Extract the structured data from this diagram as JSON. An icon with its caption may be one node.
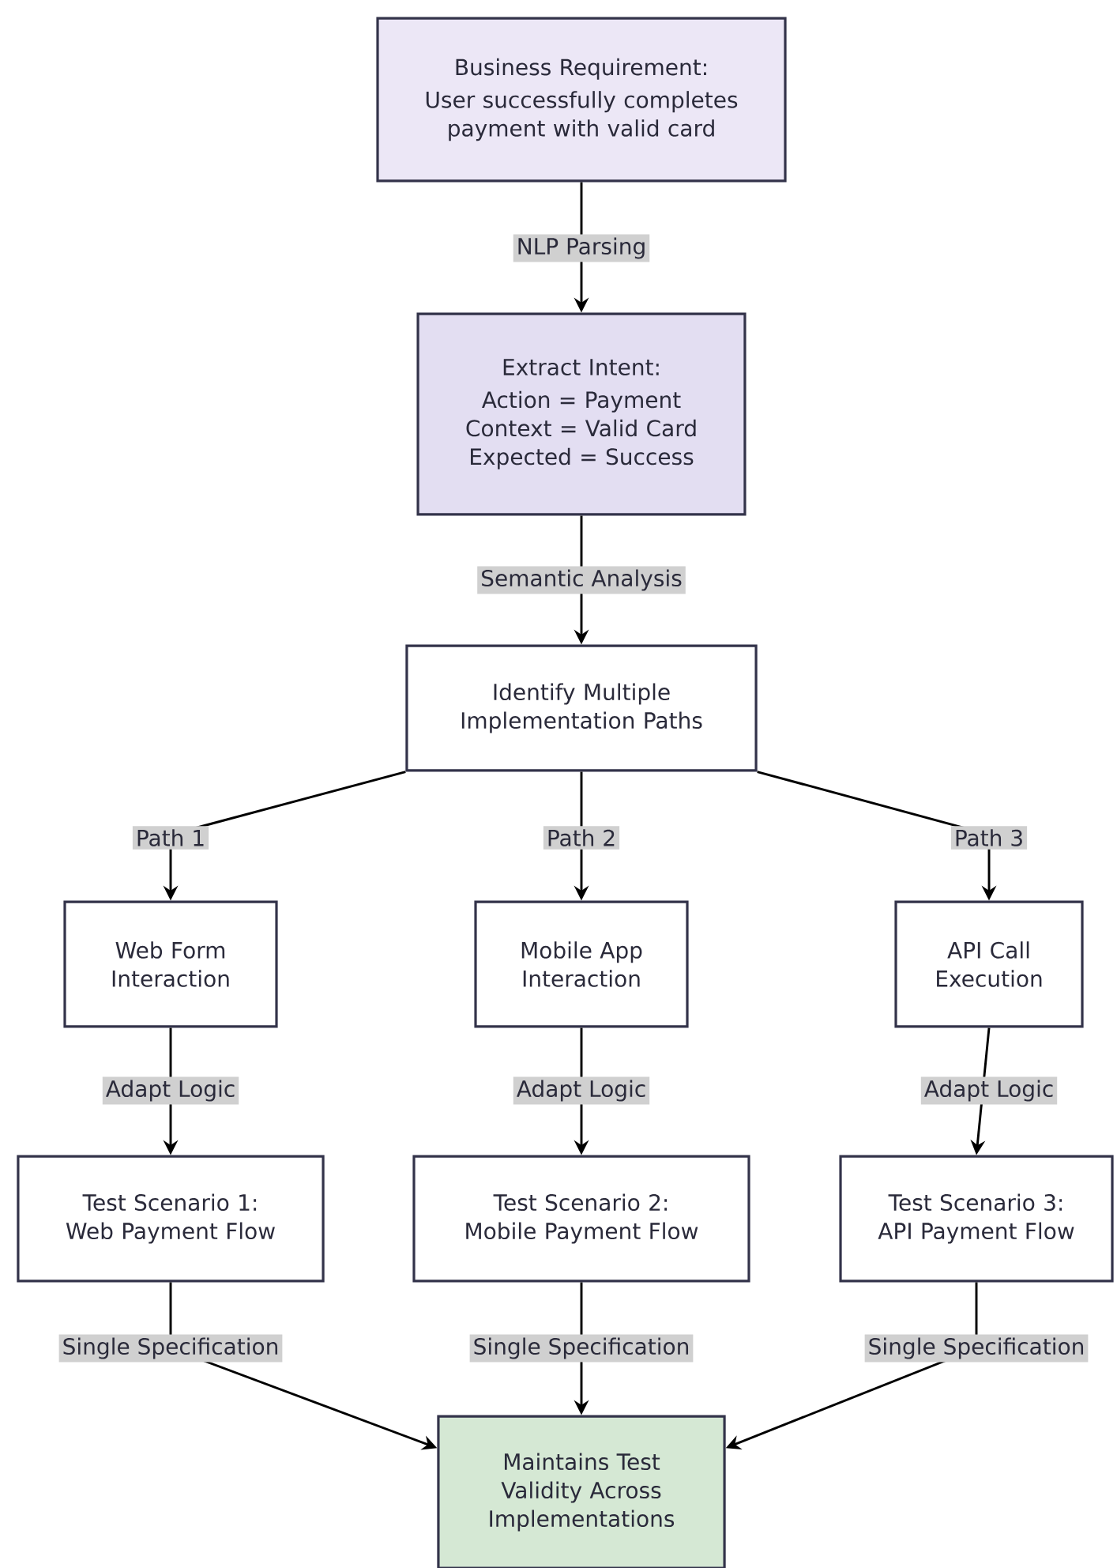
{
  "diagram": {
    "nodes": [
      {
        "text": [
          "Business Requirement:",
          "User successfully completes payment with valid card"
        ]
      },
      {
        "text": [
          "Extract Intent:",
          "Action = Payment Context = Valid Card Expected = Success"
        ]
      },
      {
        "text": [
          "Identify Multiple Implementation Paths"
        ]
      },
      {
        "text": [
          "Web Form Interaction"
        ]
      },
      {
        "text": [
          "Mobile App Interaction"
        ]
      },
      {
        "text": [
          "API Call Execution"
        ]
      },
      {
        "text": [
          "Test Scenario 1: Web Payment Flow"
        ]
      },
      {
        "text": [
          "Test Scenario 2: Mobile Payment Flow"
        ]
      },
      {
        "text": [
          "Test Scenario 3: API Payment Flow"
        ]
      },
      {
        "text": [
          "Maintains Test Validity Across Implementations"
        ]
      }
    ],
    "edges": [
      {
        "from": 0,
        "to": 1,
        "arrow": "to",
        "label": "NLP Parsing"
      },
      {
        "from": 1,
        "to": 2,
        "arrow": "to",
        "label": "Semantic Analysis"
      },
      {
        "from": 2,
        "to": 3,
        "arrow": "to",
        "label": "Path 1"
      },
      {
        "from": 2,
        "to": 4,
        "arrow": "to",
        "label": "Path 2"
      },
      {
        "from": 2,
        "to": 5,
        "arrow": "to",
        "label": "Path 3"
      },
      {
        "from": 3,
        "to": 6,
        "arrow": "to",
        "label": "Adapt Logic"
      },
      {
        "from": 4,
        "to": 7,
        "arrow": "to",
        "label": "Adapt Logic"
      },
      {
        "from": 5,
        "to": 8,
        "arrow": "to",
        "label": "Adapt Logic"
      },
      {
        "from": 6,
        "to": 9,
        "arrow": "to",
        "label": "Single Specification"
      },
      {
        "from": 7,
        "to": 9,
        "arrow": "to",
        "label": "Single Specification"
      },
      {
        "from": 8,
        "to": 9,
        "arrow": "to",
        "label": "Single Specification"
      }
    ]
  }
}
